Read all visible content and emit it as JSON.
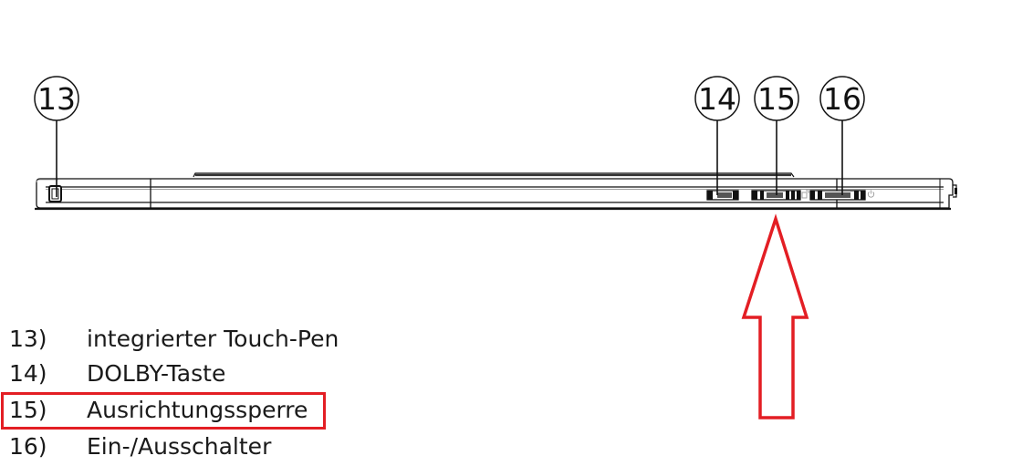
{
  "callouts": [
    {
      "number": "13"
    },
    {
      "number": "14"
    },
    {
      "number": "15"
    },
    {
      "number": "16"
    }
  ],
  "legend": {
    "items": [
      {
        "number": "13)",
        "label": "integrierter Touch-Pen"
      },
      {
        "number": "14)",
        "label": "DOLBY-Taste"
      },
      {
        "number": "15)",
        "label": "Ausrichtungssperre",
        "highlighted": true
      },
      {
        "number": "16)",
        "label": "Ein-/Ausschalter"
      }
    ]
  },
  "device_icons": {
    "rotation_lock": "rotation-lock-icon",
    "power": "power-icon"
  },
  "colors": {
    "highlight": "#e31e24",
    "line": "#111111"
  }
}
